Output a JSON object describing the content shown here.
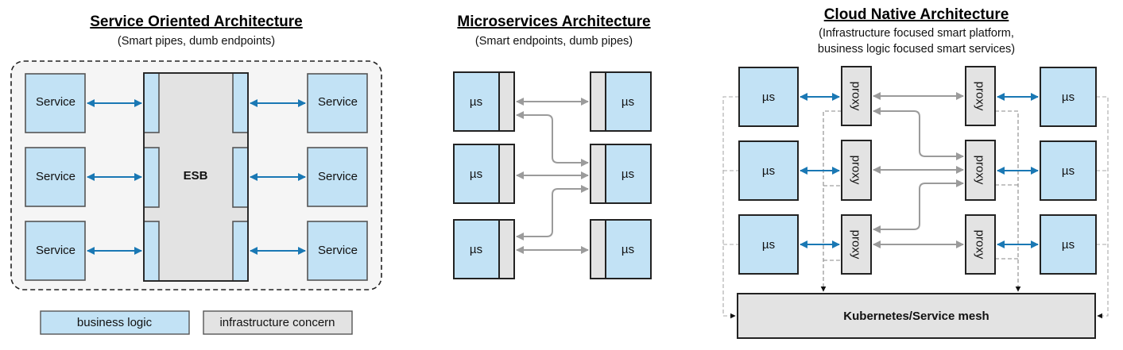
{
  "colors": {
    "business_logic": "#c2e2f5",
    "infrastructure": "#e3e3e3",
    "blue_arrow": "#1a78b4",
    "gray_arrow": "#9b9b9b"
  },
  "soa": {
    "title": "Service Oriented Architecture",
    "subtitle": "(Smart pipes, dumb endpoints)",
    "esb_label": "ESB",
    "service_label": "Service",
    "left_services": [
      "Service",
      "Service",
      "Service"
    ],
    "right_services": [
      "Service",
      "Service",
      "Service"
    ]
  },
  "legend": {
    "business_logic": "business logic",
    "infrastructure": "infrastructure concern"
  },
  "microservices": {
    "title": "Microservices Architecture",
    "subtitle": "(Smart endpoints, dumb pipes)",
    "left": [
      "µs",
      "µs",
      "µs"
    ],
    "right": [
      "µs",
      "µs",
      "µs"
    ]
  },
  "cloud_native": {
    "title": "Cloud Native Architecture",
    "subtitle_line1": "(Infrastructure focused smart platform,",
    "subtitle_line2": "business logic focused smart services)",
    "left": [
      "µs",
      "µs",
      "µs"
    ],
    "right": [
      "µs",
      "µs",
      "µs"
    ],
    "proxy_label": "proxy",
    "proxies_left": [
      "proxy",
      "proxy",
      "proxy"
    ],
    "proxies_right": [
      "proxy",
      "proxy",
      "proxy"
    ],
    "platform_label": "Kubernetes/Service mesh"
  }
}
